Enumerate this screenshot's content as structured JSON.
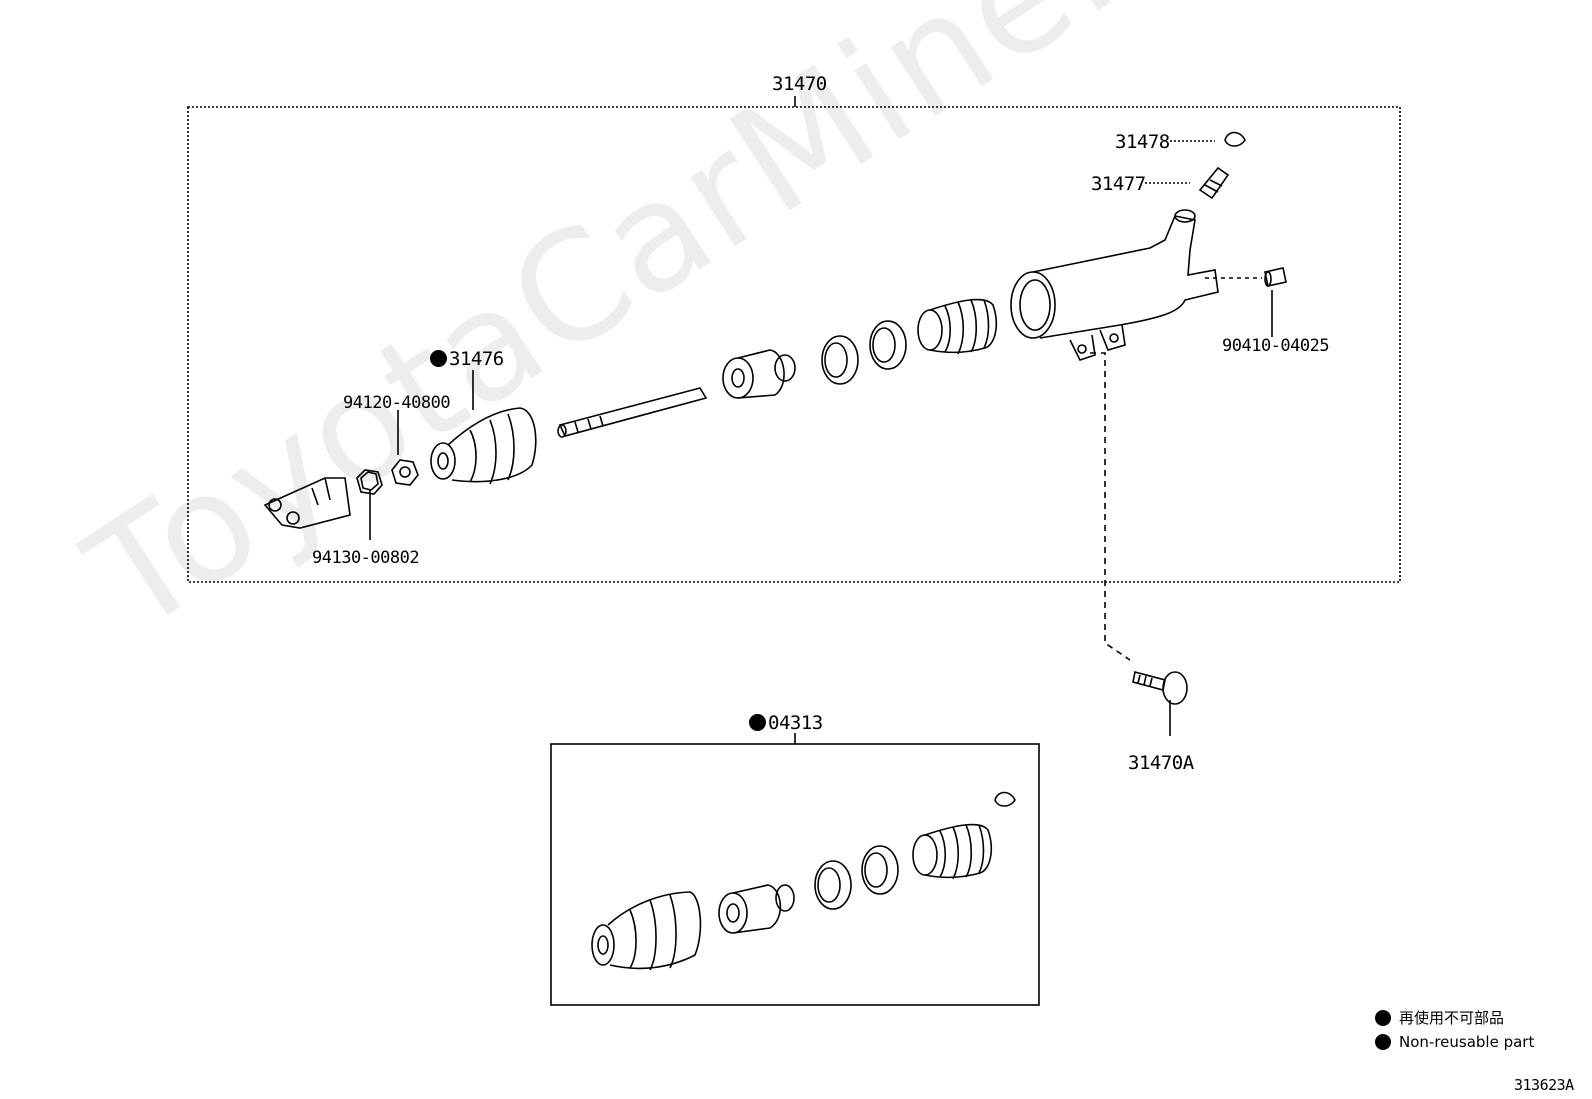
{
  "watermark": "ToyotaCarMine.ru",
  "labels": {
    "assembly": "31470",
    "p31478": "31478",
    "p31477": "31477",
    "p90410": "90410-04025",
    "p31476": "31476",
    "p94120": "94120-40800",
    "p94130": "94130-00802",
    "p31470A": "31470A",
    "kit": "04313"
  },
  "legend": {
    "jp": "再使用不可部品",
    "en": "Non-reusable part"
  },
  "figure_code": "313623A"
}
